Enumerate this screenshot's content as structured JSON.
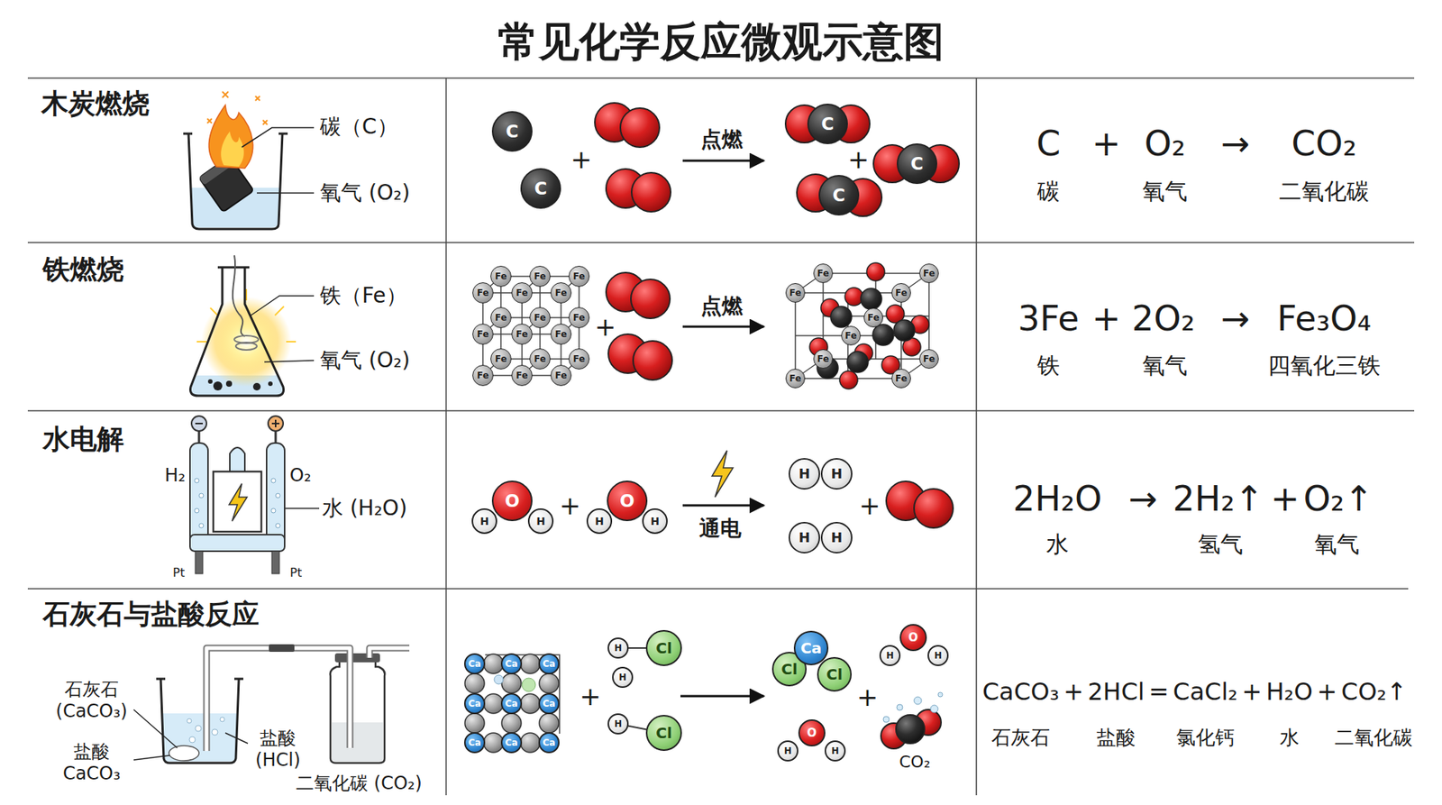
{
  "diagram": {
    "title": "常见化学反应微观示意图",
    "nodes": [
      {
        "text": [
          "C"
        ]
      },
      {
        "text": [
          "C"
        ]
      },
      {
        "text": [
          "C"
        ]
      },
      {
        "text": [
          "C"
        ]
      },
      {
        "text": [
          "C"
        ]
      },
      {
        "text": [
          "Fe"
        ]
      },
      {
        "text": [
          "Fe"
        ]
      },
      {
        "text": [
          "Fe"
        ]
      },
      {
        "text": [
          "Fe"
        ]
      },
      {
        "text": [
          "Fe"
        ]
      },
      {
        "text": [
          "Fe"
        ]
      },
      {
        "text": [
          "Fe"
        ]
      },
      {
        "text": [
          "Fe"
        ]
      },
      {
        "text": [
          "Fe"
        ]
      },
      {
        "text": [
          "Fe"
        ]
      },
      {
        "text": [
          "Fe"
        ]
      },
      {
        "text": [
          "Fe"
        ]
      },
      {
        "text": [
          "Fe"
        ]
      },
      {
        "text": [
          "Fe"
        ]
      },
      {
        "text": [
          "Fe"
        ]
      },
      {
        "text": [
          "Fe"
        ]
      },
      {
        "text": [
          "Fe"
        ]
      },
      {
        "text": [
          "Fe"
        ]
      },
      {
        "text": [
          "Fe"
        ]
      },
      {
        "text": [
          "Fe"
        ]
      },
      {
        "text": [
          "Fe"
        ]
      },
      {
        "text": [
          "Fe"
        ]
      },
      {
        "text": [
          "Fe"
        ]
      },
      {
        "text": [
          "Fe"
        ]
      },
      {
        "text": [
          "Fe"
        ]
      },
      {
        "text": [
          "Fe"
        ]
      },
      {
        "text": [
          "Fe"
        ]
      },
      {
        "text": [
          "Fe"
        ]
      },
      {
        "text": [
          "O"
        ]
      },
      {
        "text": [
          "H"
        ]
      },
      {
        "text": [
          "H"
        ]
      },
      {
        "text": [
          "O"
        ]
      },
      {
        "text": [
          "H"
        ]
      },
      {
        "text": [
          "H"
        ]
      },
      {
        "text": [
          "H"
        ]
      },
      {
        "text": [
          "H"
        ]
      },
      {
        "text": [
          "H"
        ]
      },
      {
        "text": [
          "H"
        ]
      },
      {
        "text": [
          "Ca"
        ]
      },
      {
        "text": [
          "Ca"
        ]
      },
      {
        "text": [
          "Ca"
        ]
      },
      {
        "text": [
          "Ca"
        ]
      },
      {
        "text": [
          "Ca"
        ]
      },
      {
        "text": [
          "Ca"
        ]
      },
      {
        "text": [
          "Ca"
        ]
      },
      {
        "text": [
          "Ca"
        ]
      },
      {
        "text": [
          "Ca"
        ]
      },
      {
        "text": [
          "H"
        ]
      },
      {
        "text": [
          "Cl"
        ]
      },
      {
        "text": [
          "H"
        ]
      },
      {
        "text": [
          "H"
        ]
      },
      {
        "text": [
          "Cl"
        ]
      },
      {
        "text": [
          "Ca"
        ]
      },
      {
        "text": [
          "Cl"
        ]
      },
      {
        "text": [
          "Cl"
        ]
      },
      {
        "text": [
          "O"
        ]
      },
      {
        "text": [
          "H"
        ]
      },
      {
        "text": [
          "H"
        ]
      },
      {
        "text": [
          "O"
        ]
      },
      {
        "text": [
          "H"
        ]
      },
      {
        "text": [
          "H"
        ]
      }
    ],
    "labels": [
      "木炭燃烧",
      "碳（C）",
      "氧气 (O₂)",
      "+",
      "点燃",
      "+",
      "C",
      "+",
      "O₂",
      "→",
      "CO₂",
      "碳",
      "氧气",
      "二氧化碳",
      "铁燃烧",
      "铁（Fe）",
      "氧气 (O₂)",
      "+",
      "点燃",
      "3Fe",
      "+",
      "2O₂",
      "→",
      "Fe₃O₄",
      "铁",
      "氧气",
      "四氧化三铁",
      "水电解",
      "H₂",
      "O₂",
      "水 (H₂O)",
      "Pt",
      "Pt",
      "+",
      "通电",
      "+",
      "2H₂O",
      "→",
      "2H₂↑",
      "+",
      "O₂↑",
      "水",
      "氢气",
      "氧气",
      "石灰石与盐酸反应",
      "石灰石 (CaCO₃)",
      "盐酸 CaCO₃",
      "盐酸 (HCl)",
      "二氧化碳 (CO₂)",
      "+",
      "+",
      "CO₂",
      "CaCO₃",
      "+",
      "2HCl",
      "=",
      "CaCl₂",
      "+",
      "H₂O",
      "+",
      "CO₂↑",
      "石灰石",
      "盐酸",
      "氯化钙",
      "水",
      "二氧化碳"
    ]
  }
}
